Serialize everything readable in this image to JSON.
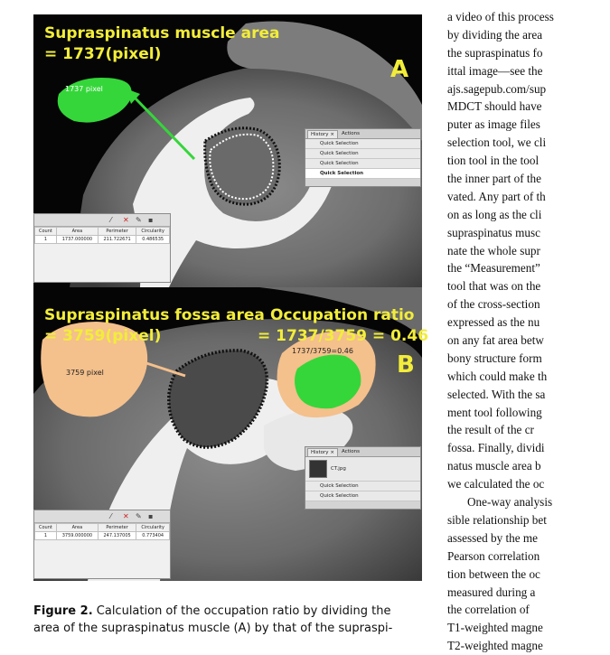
{
  "figure": {
    "panel_a": {
      "letter": "A",
      "title_line1": "Supraspinatus muscle area",
      "title_line2": "= 1737(pixel)",
      "patch_label": "1737 pixel",
      "history": {
        "tab_history": "History ×",
        "tab_actions": "Actions",
        "items": [
          "Quick Selection",
          "Quick Selection",
          "Quick Selection",
          "Quick Selection"
        ]
      },
      "measurement": {
        "headers": [
          "Count",
          "Area",
          "Perimeter",
          "Circularity"
        ],
        "row": [
          "1",
          "1737.000000",
          "211.722671",
          "0.486535"
        ]
      }
    },
    "panel_b": {
      "letter": "B",
      "title_line1": "Supraspinatus fossa area",
      "title_line2": "= 3759(pixel)",
      "ratio_line1": "Occupation ratio",
      "ratio_line2": "= 1737/3759 = 0.46",
      "patch_label": "3759 pixel",
      "ratio_label": "1737/3759=0.46",
      "history": {
        "tab_history": "History ×",
        "tab_actions": "Actions",
        "file": "CT.jpg",
        "items": [
          "Quick Selection",
          "Quick Selection"
        ]
      },
      "measurement": {
        "headers": [
          "Count",
          "Area",
          "Perimeter",
          "Circularity"
        ],
        "row": [
          "1",
          "3759.000000",
          "247.137005",
          "0.773404"
        ]
      }
    }
  },
  "caption": {
    "label": "Figure 2.",
    "line1": "Calculation of the occupation ratio by dividing the",
    "line2": "area of the supraspinatus muscle (A) by that of the supraspi-"
  },
  "body_lines": [
    "a video of this process",
    "by dividing the area",
    "the supraspinatus fo",
    "ittal image—see the",
    "ajs.sagepub.com/sup",
    "MDCT should have",
    "puter as image files",
    "selection tool, we cli",
    "tion tool in the tool",
    "the inner part of the",
    "vated. Any part of th",
    "on as long as the cli",
    "supraspinatus musc",
    "nate the whole supr",
    "the “Measurement”",
    "tool that was on the",
    "of the cross-section",
    "expressed as the nu",
    "on any fat area betw",
    "bony structure form",
    "which could make th",
    "selected. With the sa",
    "ment tool following",
    "the result of the cr",
    "fossa. Finally, dividi",
    "natus muscle area b",
    "we calculated the oc",
    "One-way analysis",
    "sible relationship bet",
    "assessed by the me",
    "Pearson correlation",
    "tion between the oc",
    "measured during a",
    "the correlation of",
    "T1-weighted magne",
    "T2-weighted magne"
  ],
  "colors": {
    "label_yellow": "#f2ed3a",
    "muscle_green": "#35d63a",
    "fossa_peach": "#f4c08c",
    "background": "#050505"
  }
}
